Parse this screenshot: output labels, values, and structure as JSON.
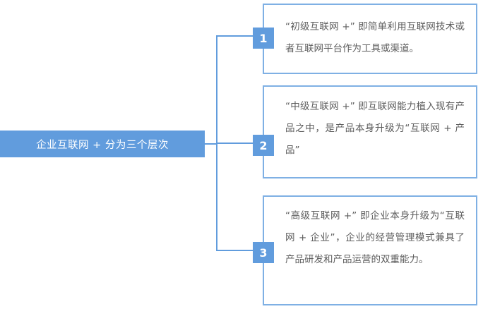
{
  "diagram": {
    "root": {
      "label": "企业互联网 + 分为三个层次"
    },
    "branches": [
      {
        "number": "1",
        "text": "“初级互联网 +” 即简单利用互联网技术或者互联网平台作为工具或渠道。"
      },
      {
        "number": "2",
        "text": "“中级互联网 +” 即互联网能力植入现有产品之中，是产品本身升级为“互联网 + 产品”"
      },
      {
        "number": "3",
        "text": "“高级互联网 +” 即企业本身升级为“互联网 + 企业”，企业的经营管理模式兼具了产品研发和产品运营的双重能力。"
      }
    ],
    "colors": {
      "accent": "#619cdd",
      "box_border": "#7fb0e4",
      "text": "#5c5c5c",
      "root_text": "#ffffff",
      "background": "#ffffff"
    }
  }
}
